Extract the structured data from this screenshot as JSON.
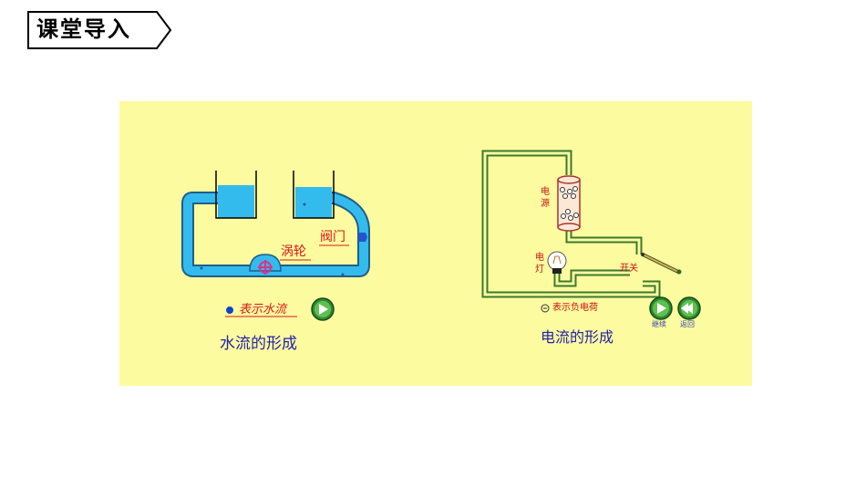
{
  "header": {
    "title": "课堂导入"
  },
  "water": {
    "valve_label": "阀门",
    "turbine_label": "涡轮",
    "legend_label": "表示水流",
    "caption": "水流的形成"
  },
  "electric": {
    "power_label_1": "电",
    "power_label_2": "源",
    "lamp_label_1": "电",
    "lamp_label_2": "灯",
    "switch_label": "开关",
    "legend_label": "表示负电荷",
    "caption": "电流的形成",
    "continue_label": "继续",
    "back_label": "返回"
  },
  "colors": {
    "panel_bg": "#fdfba0",
    "water": "#33bbee",
    "wire": "#4a8a3a"
  }
}
